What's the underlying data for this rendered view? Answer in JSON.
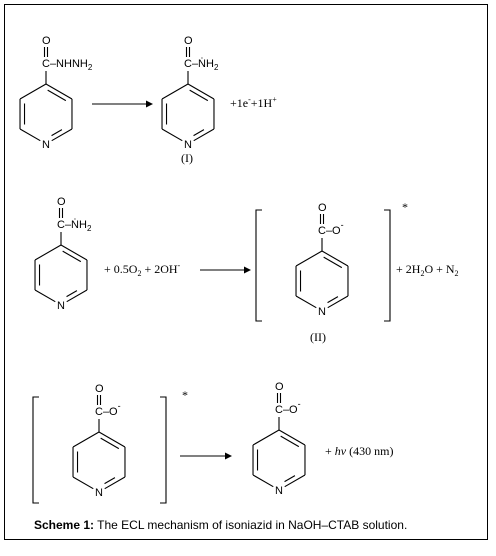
{
  "molecules": {
    "isoniazid": {
      "substituent": "C–NHNH",
      "subscript": "2",
      "carbonyl_o": "O",
      "ring_n": "N"
    },
    "radical": {
      "substituent": "C–ṄH",
      "subscript": "2",
      "carbonyl_o": "O",
      "ring_n": "N"
    },
    "carboxylate": {
      "substituent": "C–O",
      "charge": "-",
      "carbonyl_o": "O",
      "ring_n": "N"
    }
  },
  "reaction1": {
    "products_text": "+1e",
    "products_sup": "-",
    "products_text2": "+1H",
    "products_sup2": "+",
    "label": "(I)"
  },
  "reaction2": {
    "reagents_1": "+ 0.5O",
    "reagents_1_sub": "2",
    "reagents_2": "+ 2OH",
    "reagents_2_sup": "-",
    "star": "*",
    "products_1": "+ 2H",
    "products_1_sub": "2",
    "products_2": "O + N",
    "products_2_sub": "2",
    "label": "(II)"
  },
  "reaction3": {
    "star": "*",
    "products_1": "+ ",
    "products_hv": "hv",
    "products_2": " (430 nm)"
  },
  "caption": {
    "label": "Scheme 1:",
    "text": " The ECL mechanism of isoniazid in  NaOH–CTAB solution."
  }
}
